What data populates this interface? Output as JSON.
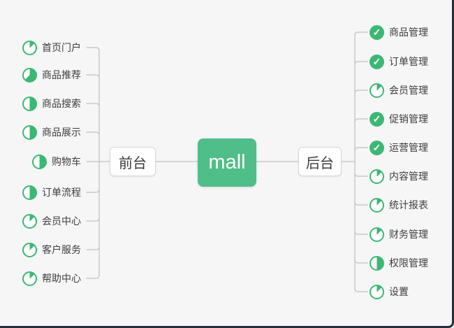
{
  "diagram_title": "mall",
  "root": {
    "label": "mall"
  },
  "colors": {
    "root_node_green": "#4fbe88",
    "icon_green": "#3bb873",
    "connector_gray": "#c9c9c9",
    "background": "#f6f6f7",
    "frame_border": "#272e40"
  },
  "left": {
    "node_label": "前台",
    "items": [
      {
        "label": "首页门户",
        "icon": "progress-1of8"
      },
      {
        "label": "商品推荐",
        "icon": "progress-5of8"
      },
      {
        "label": "商品搜索",
        "icon": "progress-4of8"
      },
      {
        "label": "商品展示",
        "icon": "progress-4of8"
      },
      {
        "label": "购物车",
        "icon": "progress-4of8"
      },
      {
        "label": "订单流程",
        "icon": "progress-4of8"
      },
      {
        "label": "会员中心",
        "icon": "progress-1of8"
      },
      {
        "label": "客户服务",
        "icon": "progress-1of8"
      },
      {
        "label": "帮助中心",
        "icon": "progress-1of8"
      }
    ]
  },
  "right": {
    "node_label": "后台",
    "items": [
      {
        "label": "商品管理",
        "icon": "task-done"
      },
      {
        "label": "订单管理",
        "icon": "task-done"
      },
      {
        "label": "会员管理",
        "icon": "progress-1of8"
      },
      {
        "label": "促销管理",
        "icon": "task-done"
      },
      {
        "label": "运营管理",
        "icon": "task-done"
      },
      {
        "label": "内容管理",
        "icon": "progress-1of8"
      },
      {
        "label": "统计报表",
        "icon": "progress-1of8"
      },
      {
        "label": "财务管理",
        "icon": "progress-1of8"
      },
      {
        "label": "权限管理",
        "icon": "progress-4of8"
      },
      {
        "label": "设置",
        "icon": "progress-1of8"
      }
    ]
  }
}
